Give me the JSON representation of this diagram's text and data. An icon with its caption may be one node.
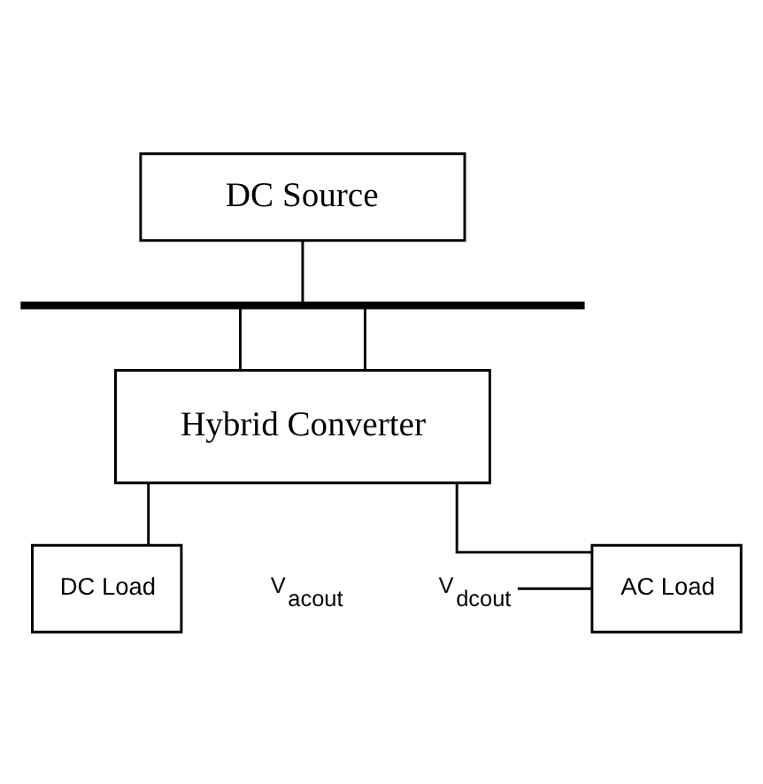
{
  "diagram": {
    "nodes": [
      {
        "text": [
          "DC Source"
        ]
      },
      {
        "text": [],
        "shape": "bar"
      },
      {
        "text": [
          "Hybrid Converter"
        ]
      },
      {
        "text": [
          "AC Load"
        ]
      },
      {
        "text": [
          "DC Load"
        ]
      },
      {
        "text": [
          "V$_{dcout}$"
        ]
      }
    ],
    "edges": [
      {
        "from": 0,
        "to": 1,
        "arrow": "none"
      },
      {
        "from": 1,
        "to": 2,
        "arrow": "none"
      },
      {
        "from": 1,
        "to": 2,
        "arrow": "none"
      },
      {
        "from": 2,
        "to": 3,
        "arrow": "none"
      },
      {
        "from": 2,
        "to": 4,
        "arrow": "none"
      },
      {
        "from": 5,
        "to": 3,
        "arrow": "none"
      }
    ],
    "labels": [
      "V$_{acout}$"
    ]
  }
}
